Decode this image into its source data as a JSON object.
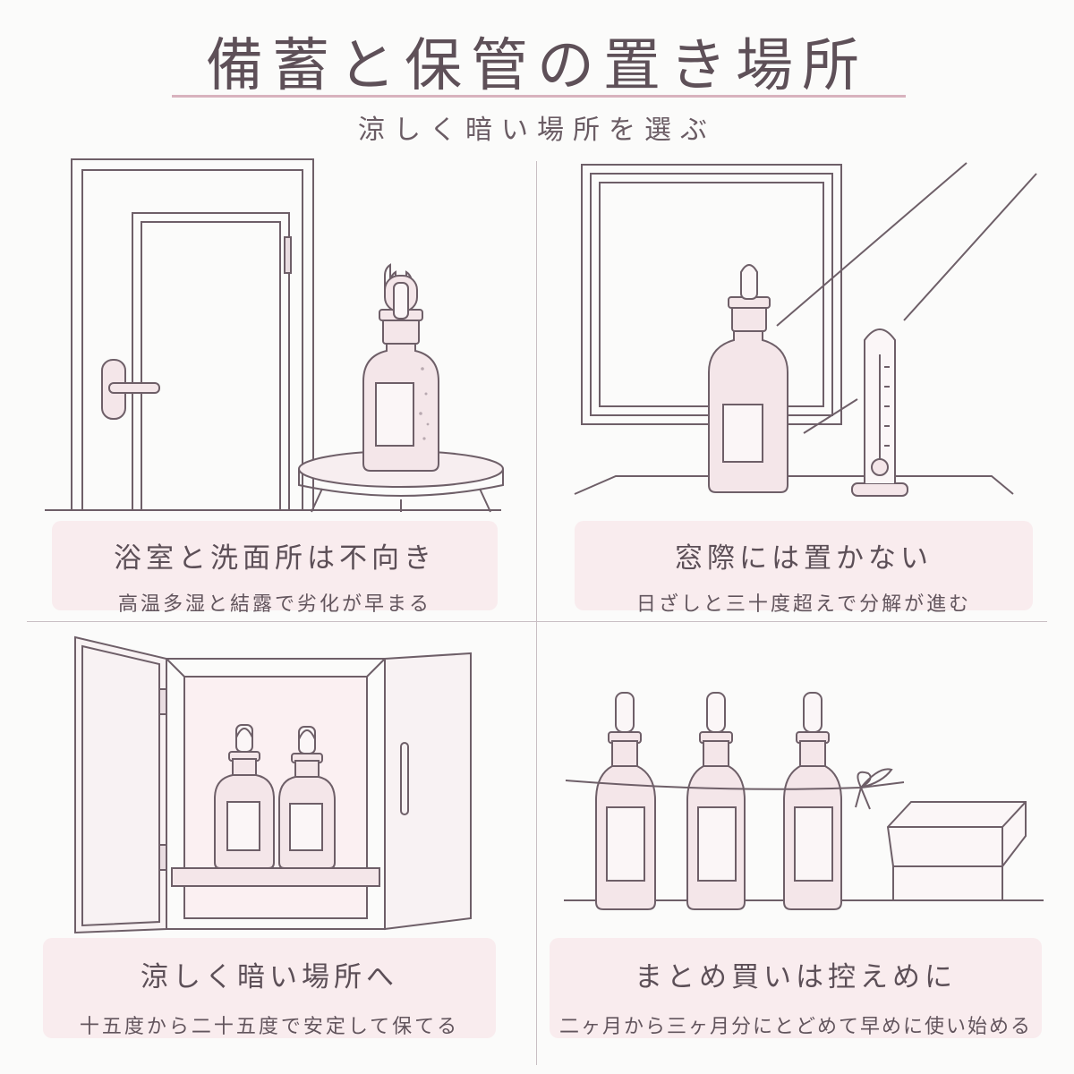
{
  "title": "備蓄と保管の置き場所",
  "subtitle": "涼しく暗い場所を選ぶ",
  "colors": {
    "accent_rule": "#d8b3be",
    "caption_bg": "#f9ecee",
    "line": "#6e5f68",
    "bottle_fill": "#f4e6e9",
    "text": "#5a4d55"
  },
  "panels": [
    {
      "illustration": "bathroom-door-and-stool-with-bottle",
      "title": "浴室と洗面所は不向き",
      "subtitle": "高温多湿と結露で劣化が早まる"
    },
    {
      "illustration": "window-with-sunlight-bottle-and-thermometer",
      "title": "窓際には置かない",
      "subtitle": "日ざしと三十度超えで分解が進む"
    },
    {
      "illustration": "open-cabinet-with-two-bottles",
      "title": "涼しく暗い場所へ",
      "subtitle": "十五度から二十五度で安定して保てる"
    },
    {
      "illustration": "three-bottles-tied-with-string-and-box",
      "title": "まとめ買いは控えめに",
      "subtitle": "二ヶ月から三ヶ月分にとどめて早めに使い始める"
    }
  ]
}
